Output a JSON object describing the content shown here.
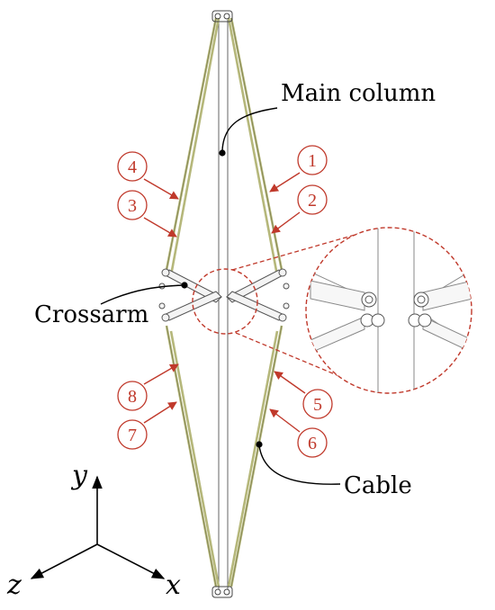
{
  "labels": {
    "main_column": "Main column",
    "crossarm": "Crossarm",
    "cable": "Cable"
  },
  "axes": {
    "x": "x",
    "y": "y",
    "z": "z"
  },
  "cable_markers": [
    {
      "id": "1",
      "side": "right"
    },
    {
      "id": "2",
      "side": "right"
    },
    {
      "id": "3",
      "side": "left"
    },
    {
      "id": "4",
      "side": "left"
    },
    {
      "id": "5",
      "side": "right"
    },
    {
      "id": "6",
      "side": "right"
    },
    {
      "id": "7",
      "side": "left"
    },
    {
      "id": "8",
      "side": "left"
    }
  ],
  "colors": {
    "marker": "#c0392b",
    "cable": "#b5b77a",
    "column": "#555555",
    "detail_outline": "#c0392b"
  }
}
